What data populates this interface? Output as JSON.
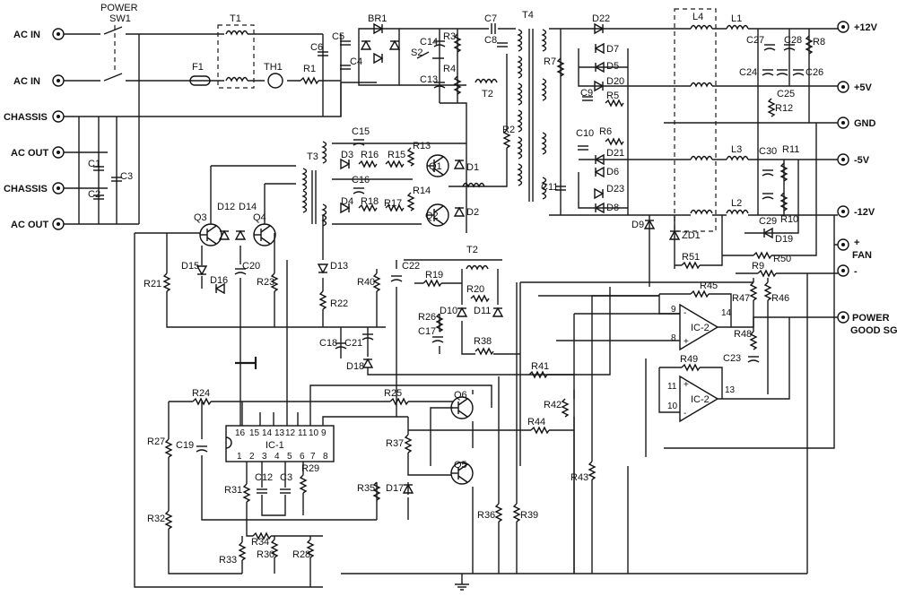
{
  "terminals_left": [
    "AC IN",
    "AC IN",
    "CHASSIS",
    "AC OUT",
    "CHASSIS",
    "AC OUT"
  ],
  "terminals_right": [
    "+12V",
    "+5V",
    "GND",
    "-5V",
    "-12V",
    "FAN",
    "-",
    "POWER",
    "GOOD SG."
  ],
  "fan_plus": "+",
  "switch": {
    "title": "POWER",
    "ref": "SW1"
  },
  "parts": {
    "T1": "T1",
    "BR1": "BR1",
    "F1": "F1",
    "TH1": "TH1",
    "R1": "R1",
    "C1": "C1",
    "C2": "C2",
    "C3": "C3",
    "C4": "C4",
    "C5": "C5",
    "C6": "C6",
    "C7": "C7",
    "C8": "C8",
    "C9": "C9",
    "C10": "C10",
    "C11": "C11",
    "C12": "C12",
    "C13": "C13",
    "C14": "C14",
    "C15": "C15",
    "C16": "C16",
    "C17": "C17",
    "C18": "C18",
    "C19": "C19",
    "C20": "C20",
    "C21": "C21",
    "C22": "C22",
    "C23": "C23",
    "C24": "C24",
    "C25": "C25",
    "C26": "C26",
    "C27": "C27",
    "C28": "C28",
    "C29": "C29",
    "C30": "C30",
    "S2": "S2",
    "T2": "T2",
    "T2b": "T2",
    "T3": "T3",
    "T4": "T4",
    "R2": "R2",
    "R3": "R3",
    "R4": "R4",
    "R5": "R5",
    "R6": "R6",
    "R7": "R7",
    "R8": "R8",
    "R9": "R9",
    "R10": "R10",
    "R11": "R11",
    "R12": "R12",
    "R13": "R13",
    "R14": "R14",
    "R15": "R15",
    "R16": "R16",
    "R17": "R17",
    "R18": "R18",
    "R19": "R19",
    "R20": "R20",
    "R21": "R21",
    "R22": "R22",
    "R23": "R23",
    "R24": "R24",
    "R25": "R25",
    "R26": "R26",
    "R27": "R27",
    "R28": "R28",
    "R29": "R29",
    "R30": "R30",
    "R31": "R31",
    "R32": "R32",
    "R33": "R33",
    "R34": "R34",
    "R35": "R35",
    "R36": "R36",
    "R37": "R37",
    "R38": "R38",
    "R39": "R39",
    "R40": "R40",
    "R41": "R41",
    "R42": "R42",
    "R43": "R43",
    "R44": "R44",
    "R45": "R45",
    "R46": "R46",
    "R47": "R47",
    "R48": "R48",
    "R49": "R49",
    "R50": "R50",
    "R51": "R51",
    "D1": "D1",
    "D2": "D2",
    "D3": "D3",
    "D4": "D4",
    "D5": "D5",
    "D6": "D6",
    "D7": "D7",
    "D8": "D8",
    "D9": "D9",
    "D10": "D10",
    "D11": "D11",
    "D12": "D12",
    "D13": "D13",
    "D14": "D14",
    "D15": "D15",
    "D16": "D16",
    "D17": "D17",
    "D18": "D18",
    "D19": "D19",
    "D20": "D20",
    "D21": "D21",
    "D22": "D22",
    "D23": "D23",
    "ZD1": "ZD1",
    "Q1": "Q1",
    "Q2": "Q2",
    "Q3": "Q3",
    "Q4": "Q4",
    "Q5": "Q5",
    "Q6": "Q6",
    "L1": "L1",
    "L2": "L2",
    "L3": "L3",
    "L4": "L4"
  },
  "ic1": {
    "label": "IC-1",
    "top_pins": [
      "16",
      "15",
      "14",
      "13",
      "12",
      "11",
      "10",
      "9"
    ],
    "bottom_pins": [
      "1",
      "2",
      "3",
      "4",
      "5",
      "6",
      "7",
      "8"
    ]
  },
  "ic2a": {
    "label": "IC-2",
    "in_minus_pin": "9",
    "in_plus_pin": "8",
    "out_pin": "14",
    "minus": "-",
    "plus": "+"
  },
  "ic2b": {
    "label": "IC-2",
    "in_plus_pin": "11",
    "in_minus_pin": "10",
    "out_pin": "13",
    "minus": "-",
    "plus": "+"
  }
}
